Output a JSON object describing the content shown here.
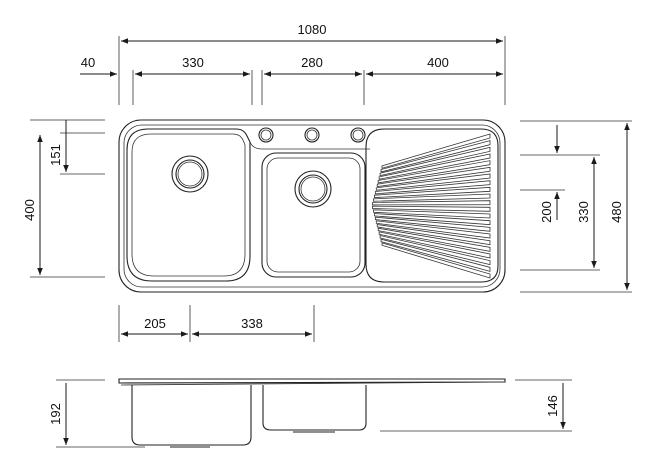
{
  "dimensions": {
    "overall_width": "1080",
    "flange_offset": "40",
    "main_bowl_width": "330",
    "second_bowl_width": "280",
    "drainer_width": "400",
    "main_waste_offset": "205",
    "waste_spacing": "338",
    "tap_ledge_depth": "151",
    "bowl_depth": "400",
    "drainer_depth": "200",
    "second_bowl_depth": "330",
    "overall_depth": "480",
    "main_bowl_height": "192",
    "second_bowl_height": "146"
  },
  "colors": {
    "line": "#1a1a1a",
    "background": "#ffffff"
  }
}
